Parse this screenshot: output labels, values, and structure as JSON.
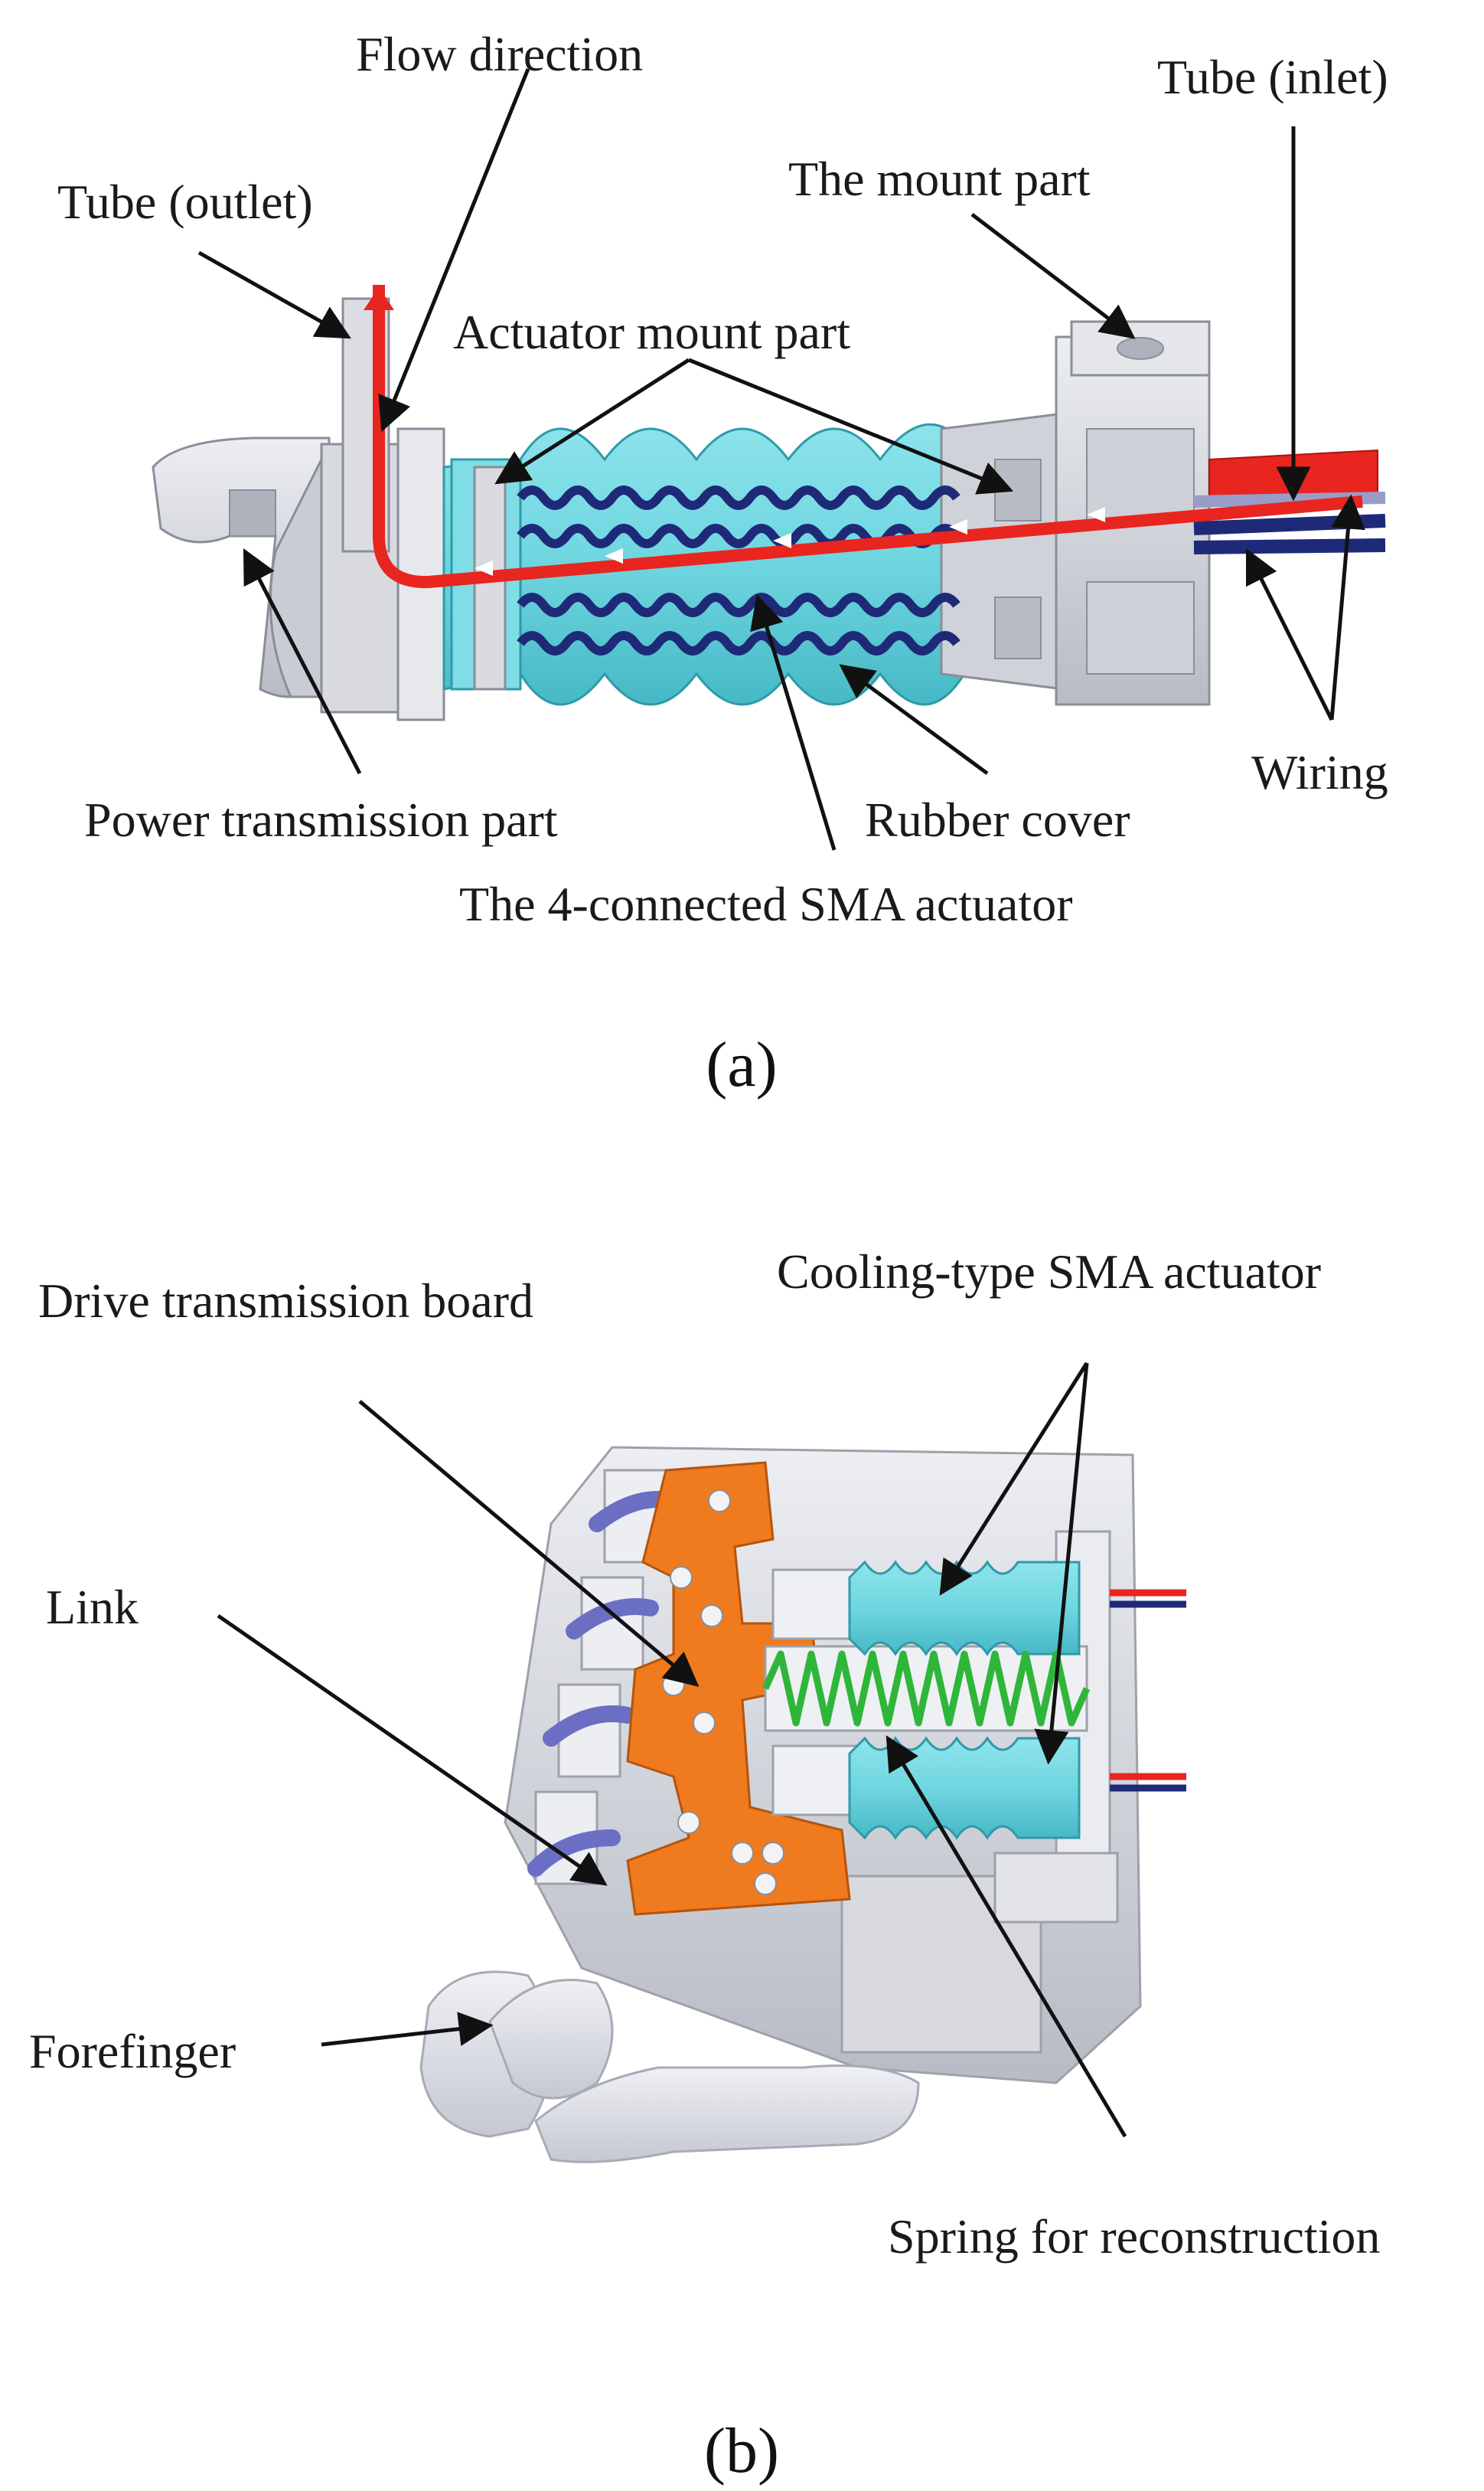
{
  "panel_a": {
    "caption": "(a)",
    "labels": {
      "flow_direction": "Flow direction",
      "tube_inlet": "Tube (inlet)",
      "tube_outlet": "Tube (outlet)",
      "mount_part": "The mount part",
      "actuator_mount_part": "Actuator mount part",
      "power_transmission_part": "Power transmission part",
      "rubber_cover": "Rubber cover",
      "sma_actuator": "The 4-connected SMA actuator",
      "wiring": "Wiring"
    }
  },
  "panel_b": {
    "caption": "(b)",
    "labels": {
      "drive_transmission_board": "Drive transmission board",
      "cooling_sma_actuator": "Cooling-type SMA actuator",
      "link": "Link",
      "forefinger": "Forefinger",
      "spring_reconstruction": "Spring for reconstruction"
    }
  },
  "colors": {
    "tube_red": "#e8251f",
    "cover_cyan": "#6fd6e0",
    "coil_navy": "#1e2a78",
    "board_orange": "#f07a1e",
    "spring_green": "#2fb63a",
    "metal_gray": "#d6d8de"
  }
}
